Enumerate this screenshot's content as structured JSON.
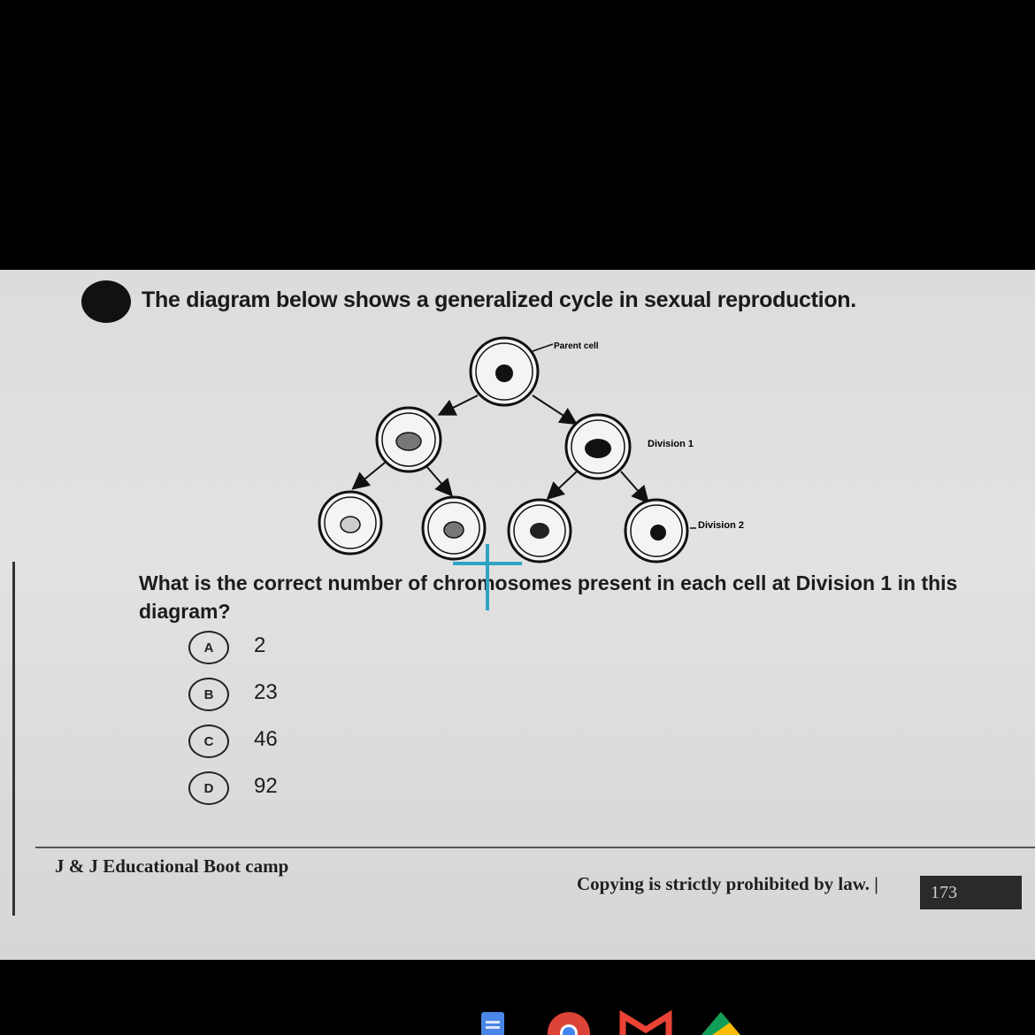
{
  "question": {
    "intro": "The diagram below shows a generalized cycle in sexual reproduction.",
    "text": "What is the correct number of chromosomes present in each cell at Division 1 in this diagram?"
  },
  "diagram": {
    "parent_label": "Parent cell",
    "division1_label": "Division 1",
    "division2_label": "Division 2"
  },
  "options": [
    {
      "letter": "A",
      "value": "2"
    },
    {
      "letter": "B",
      "value": "23"
    },
    {
      "letter": "C",
      "value": "46"
    },
    {
      "letter": "D",
      "value": "92"
    }
  ],
  "footer": {
    "left": "J & J Educational Boot camp",
    "right": "Copying is strictly prohibited by law. |",
    "page_number": "173"
  }
}
